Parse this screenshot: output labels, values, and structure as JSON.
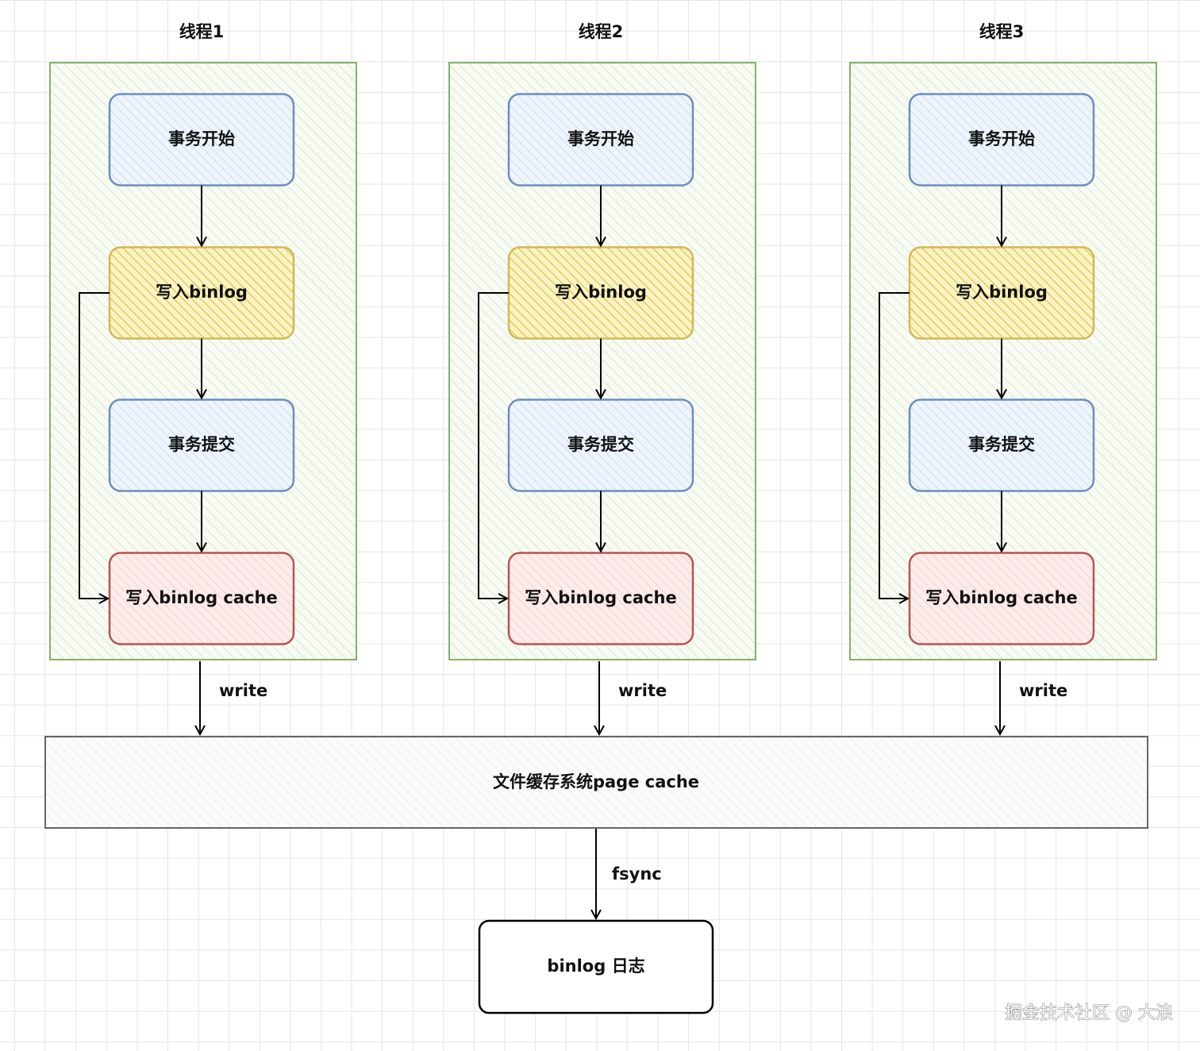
{
  "threads": [
    {
      "title": "线程1",
      "start": "事务开始",
      "write_binlog": "写入binlog",
      "commit": "事务提交",
      "write_cache": "写入binlog cache",
      "edge_label": "write"
    },
    {
      "title": "线程2",
      "start": "事务开始",
      "write_binlog": "写入binlog",
      "commit": "事务提交",
      "write_cache": "写入binlog cache",
      "edge_label": "write"
    },
    {
      "title": "线程3",
      "start": "事务开始",
      "write_binlog": "写入binlog",
      "commit": "事务提交",
      "write_cache": "写入binlog cache",
      "edge_label": "write"
    }
  ],
  "page_cache": {
    "label": "文件缓存系统page cache"
  },
  "fsync_label": "fsync",
  "binlog_file": {
    "label": "binlog 日志"
  },
  "watermark": "掘金技术社区 @ 大浪",
  "colors": {
    "container": "#82b366",
    "start_commit": "#6c8ebf",
    "write_binlog": "#d6b656",
    "write_cache": "#b85450",
    "page_cache": "#666666",
    "edges": "#000000"
  }
}
